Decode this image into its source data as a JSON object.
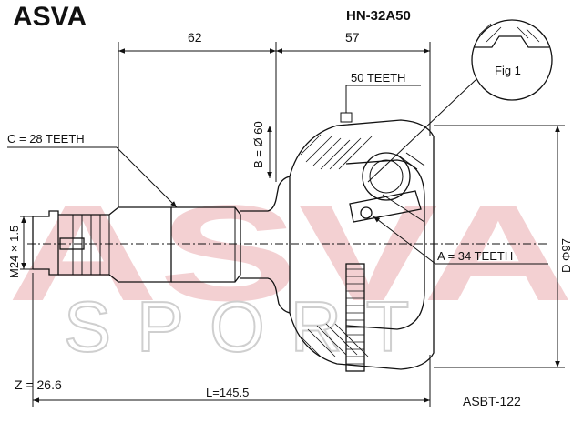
{
  "brand": "ASVA",
  "part_number": "HN-32A50",
  "watermark": {
    "line1": "ASVA",
    "line2": "SPORT"
  },
  "dimensions": {
    "left_length": "62",
    "right_length": "57",
    "abs_teeth": "50 TEETH",
    "outer_spline": "C = 28 TEETH",
    "bell_diameter": "B = Ø 60",
    "thread": "M24 × 1.5",
    "inner_spline": "A = 34 TEETH",
    "outer_diameter": "D Φ97",
    "total_length": "L=145.5",
    "z_value": "Z = 26.6"
  },
  "fig_label": "Fig 1",
  "catalog_code": "ASBT-122"
}
